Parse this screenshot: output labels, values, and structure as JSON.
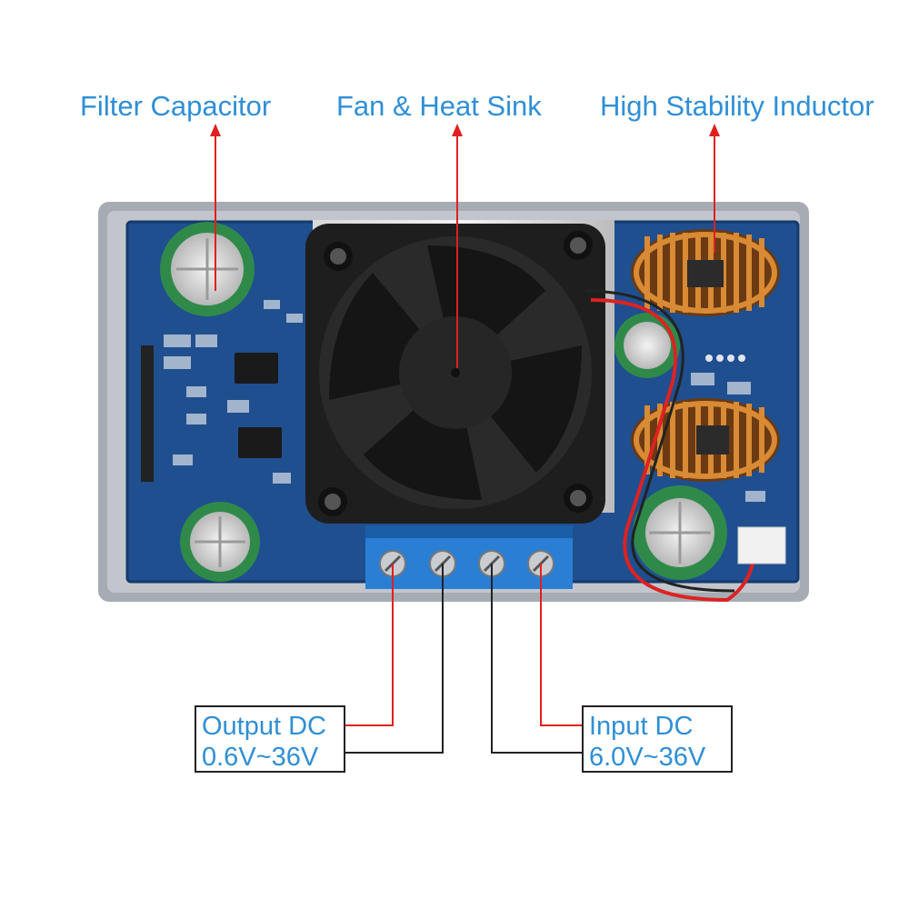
{
  "labels": {
    "filter_capacitor": "Filter Capacitor",
    "fan_heat_sink": "Fan & Heat Sink",
    "inductor": "High Stability Inductor"
  },
  "output_box": {
    "line1": "Output DC",
    "line2": "0.6V~36V"
  },
  "input_box": {
    "line1": "Input DC",
    "line2": "6.0V~36V"
  },
  "colors": {
    "label_blue": "#2f8fd6",
    "arrow_red": "#e02020",
    "pcb_blue": "#1f4f8f",
    "terminal_blue": "#2a7fd4",
    "copper": "#c8782a"
  }
}
